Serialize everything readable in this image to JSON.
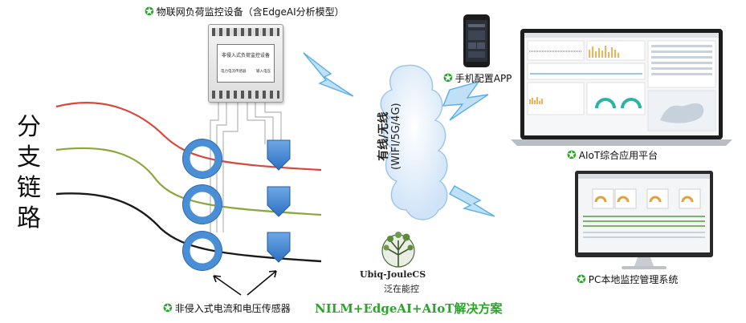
{
  "labels": {
    "device": "物联网负荷监控设备（含EdgeAI分析模型）",
    "device_face_title": "非侵入式负荷监控设备",
    "device_face_left": "电力电流传感器",
    "device_face_right": "输入电压",
    "phone": "手机配置APP",
    "platform": "AIoT综合应用平台",
    "pc": "PC本地监控管理系统",
    "sensors": "非侵入式电流和电压传感器",
    "solution": "NILM+EdgeAI+AIoT解决方案",
    "branch": [
      "分",
      "支",
      "链",
      "路"
    ],
    "cloud_line1": "有线/无线",
    "cloud_line2": "(WIFI/5G/4G)",
    "brand_en": "Ubiq-JouleCS",
    "brand_cn": "泛在能控"
  },
  "colors": {
    "star": "#2aa52a",
    "wire_red": "#d9463b",
    "wire_green": "#8aa83a",
    "wire_black": "#1a1a1a",
    "sensor_blue": "#4a8fd6",
    "lightning": "#5aaee8"
  },
  "icons": [
    "star-icon",
    "lightning-icon",
    "cloud-icon",
    "tree-logo-icon",
    "phone-icon",
    "laptop-icon",
    "monitor-icon",
    "arrow-icon"
  ]
}
